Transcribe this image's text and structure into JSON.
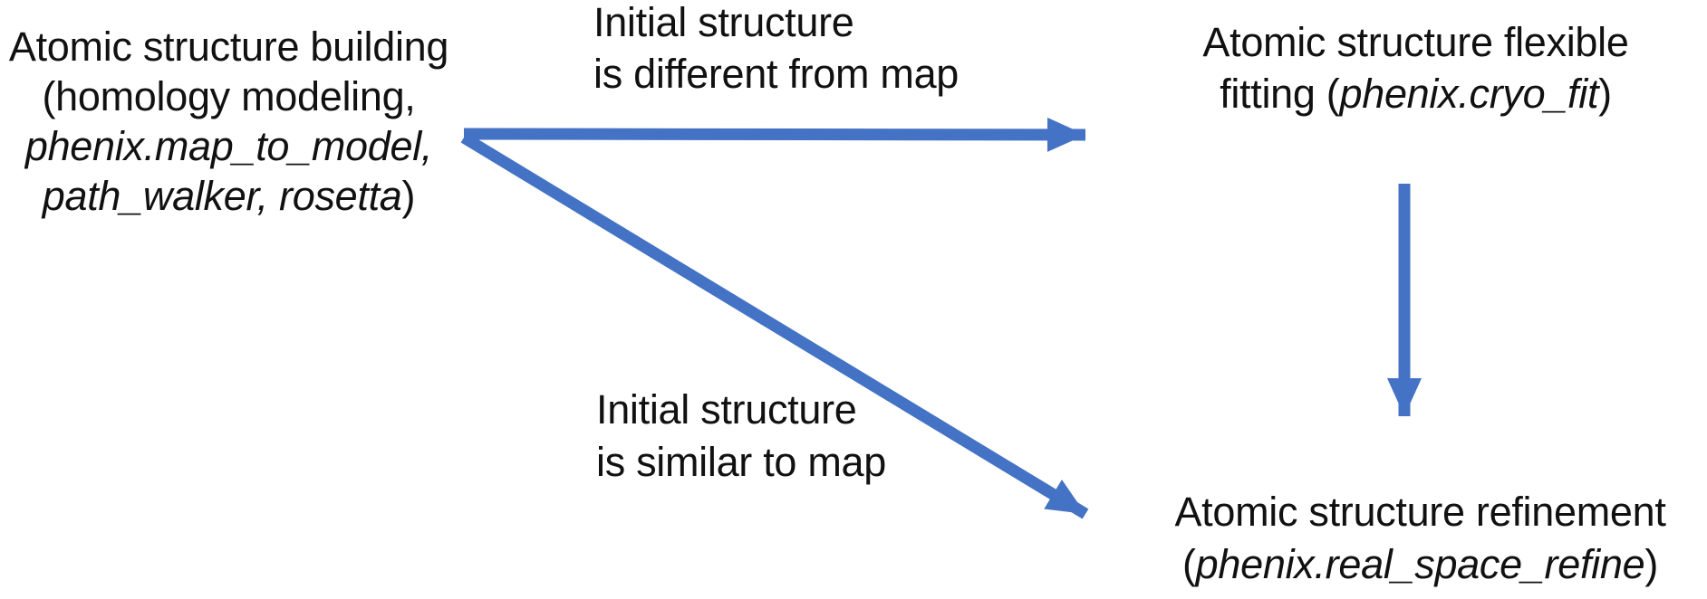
{
  "diagram": {
    "background_color": "#ffffff",
    "text_color": "#111111",
    "arrow_color": "#4472C4"
  },
  "nodes": {
    "building": {
      "line1": "Atomic structure building",
      "line2": "(homology modeling,",
      "line3_italic": "phenix.map_to_model,",
      "line4_italic": "path_walker, rosetta",
      "line4_suffix": ")"
    },
    "fitting": {
      "line1": "Atomic structure flexible",
      "line2_prefix": "fitting (",
      "line2_italic": "phenix.cryo_fit",
      "line2_suffix": ")"
    },
    "refinement": {
      "line1": "Atomic structure refinement",
      "line2_prefix": "(",
      "line2_italic": "phenix.real_space_refine",
      "line2_suffix": ")"
    }
  },
  "edge_labels": {
    "different": {
      "line1": "Initial structure",
      "line2": "is different from map"
    },
    "similar": {
      "line1": "Initial structure",
      "line2": "is similar to map"
    }
  }
}
